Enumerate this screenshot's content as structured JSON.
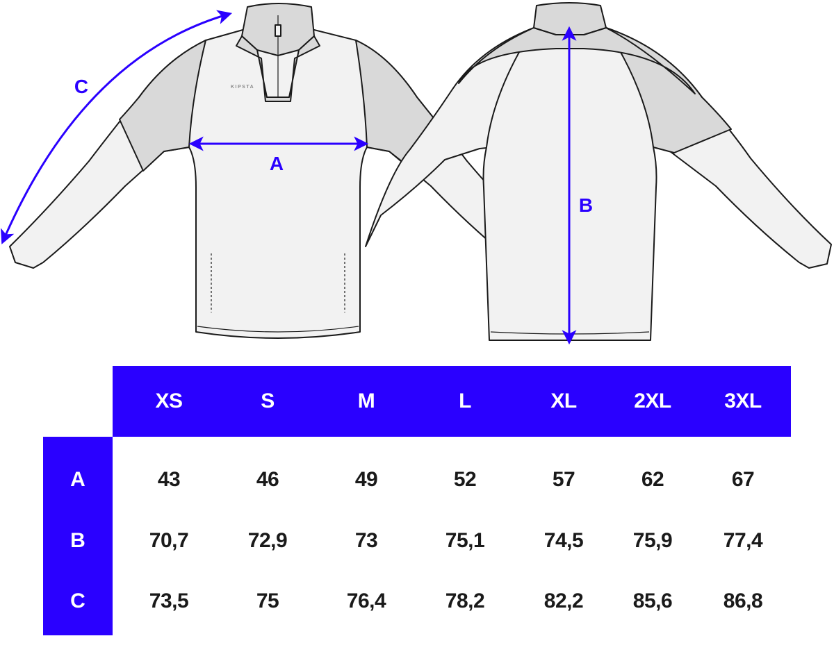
{
  "colors": {
    "accent": "#2a00ff",
    "outline": "#1a1a1a",
    "fabric_light": "#f2f2f2",
    "fabric_shade": "#d9d9d9",
    "text": "#1a1a1a"
  },
  "diagram": {
    "brand_logo_text": "KIPSTA",
    "measure_a_label": "A",
    "measure_b_label": "B",
    "measure_c_label": "C"
  },
  "size_table": {
    "sizes": [
      "XS",
      "S",
      "M",
      "L",
      "XL",
      "2XL",
      "3XL"
    ],
    "rows": [
      {
        "label": "A",
        "values": [
          "43",
          "46",
          "49",
          "52",
          "57",
          "62",
          "67"
        ]
      },
      {
        "label": "B",
        "values": [
          "70,7",
          "72,9",
          "73",
          "75,1",
          "74,5",
          "75,9",
          "77,4"
        ]
      },
      {
        "label": "C",
        "values": [
          "73,5",
          "75",
          "76,4",
          "78,2",
          "82,2",
          "85,6",
          "86,8"
        ]
      }
    ]
  }
}
